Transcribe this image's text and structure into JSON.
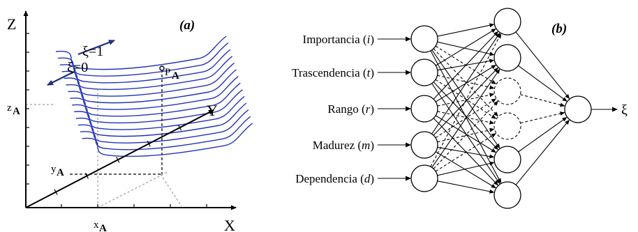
{
  "panel_a": {
    "label": "(a)",
    "axis_z": "Z",
    "axis_x": "X",
    "axis_y": "Y",
    "z_a": "z",
    "x_a": "x",
    "y_a": "y",
    "sub_a": "A",
    "point_p": "P",
    "xi_one": "ξ=1",
    "xi_zero": "ξ=0",
    "curve_count": 14,
    "curve_color": "#2233bb"
  },
  "panel_b": {
    "label": "(b)",
    "output_label": "ξ",
    "inputs": [
      {
        "name": "Importancia",
        "var": "i"
      },
      {
        "name": "Trascendencia",
        "var": "t"
      },
      {
        "name": "Rango",
        "var": "r"
      },
      {
        "name": "Madurez",
        "var": "m"
      },
      {
        "name": "Dependencia",
        "var": "d"
      }
    ],
    "hidden_layer": [
      {
        "style": "solid"
      },
      {
        "style": "solid"
      },
      {
        "style": "dashed"
      },
      {
        "style": "dashed"
      },
      {
        "style": "solid"
      },
      {
        "style": "solid"
      }
    ]
  }
}
